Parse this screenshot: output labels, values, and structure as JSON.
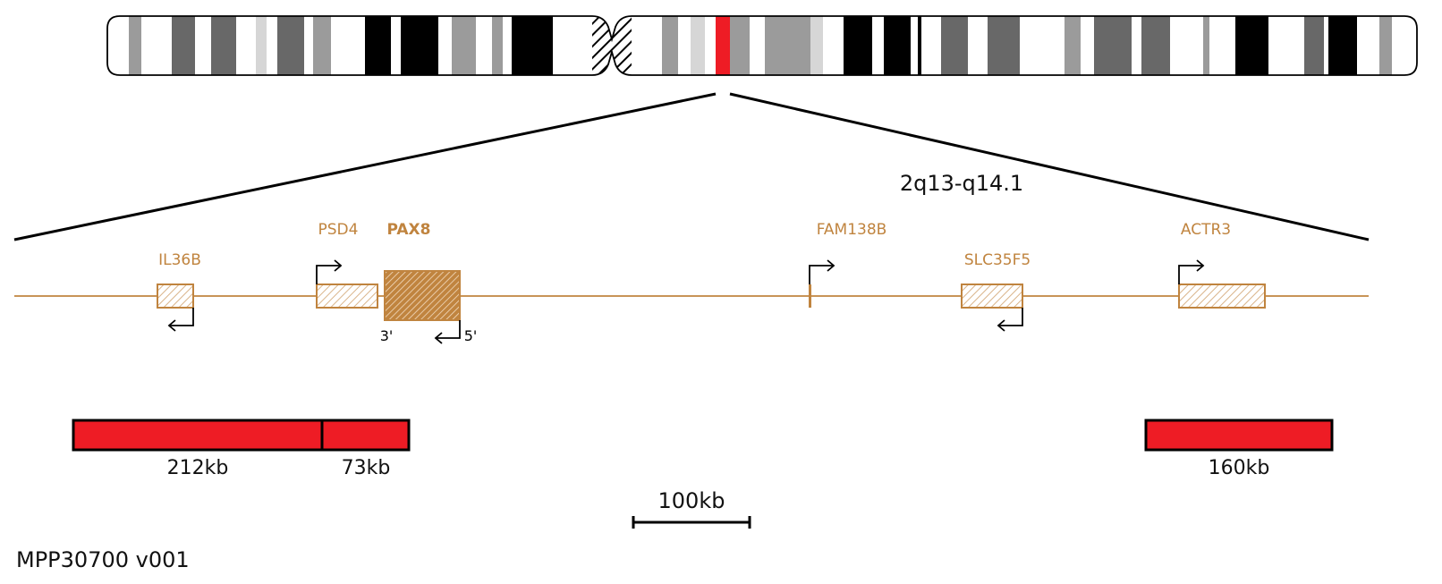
{
  "region": "2q13-q14.1",
  "colors": {
    "gene": "#c0843f",
    "probe": "#ee1c25",
    "highlight_band": "#ee1c25",
    "outline": "#000000"
  },
  "genes": [
    {
      "id": "il36b",
      "name": "IL36B",
      "bold": false
    },
    {
      "id": "psd4",
      "name": "PSD4",
      "bold": false
    },
    {
      "id": "pax8",
      "name": "PAX8",
      "bold": true
    },
    {
      "id": "fam138b",
      "name": "FAM138B",
      "bold": false
    },
    {
      "id": "slc35f5",
      "name": "SLC35F5",
      "bold": false
    },
    {
      "id": "actr3",
      "name": "ACTR3",
      "bold": false
    }
  ],
  "pax8_ends": {
    "left": "3'",
    "right": "5'"
  },
  "probes": [
    {
      "id": "probe-1",
      "label": "212kb"
    },
    {
      "id": "probe-2",
      "label": "73kb"
    },
    {
      "id": "probe-3",
      "label": "160kb"
    }
  ],
  "scale_bar": {
    "label": "100kb"
  },
  "version": "MPP30700 v001"
}
